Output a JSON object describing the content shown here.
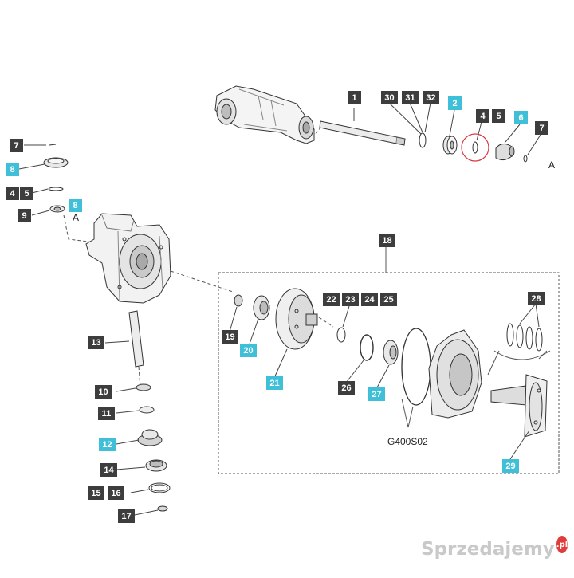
{
  "colors": {
    "dark_label": "#3d3d3d",
    "cyan_label": "#3fc0d8",
    "line": "#333333",
    "highlight_circle": "#d9363e",
    "brand_badge": "#e23b3b"
  },
  "labels": {
    "top": [
      "1",
      "30",
      "31",
      "32",
      "2",
      "4",
      "5",
      "6",
      "7"
    ],
    "left": [
      "7",
      "8",
      "4",
      "5",
      "8",
      "9"
    ],
    "bottom_left": [
      "13",
      "10",
      "11",
      "12",
      "14",
      "15",
      "16",
      "17"
    ],
    "assembly": [
      "18",
      "19",
      "20",
      "21",
      "22",
      "23",
      "24",
      "25",
      "26",
      "27",
      "28",
      "29"
    ]
  },
  "text": {
    "ref_a_top": "A",
    "ref_a_left": "A",
    "assembly_code": "G400S02"
  },
  "watermark": {
    "brand": "Sprzedajemy",
    "badge": ".pl"
  }
}
